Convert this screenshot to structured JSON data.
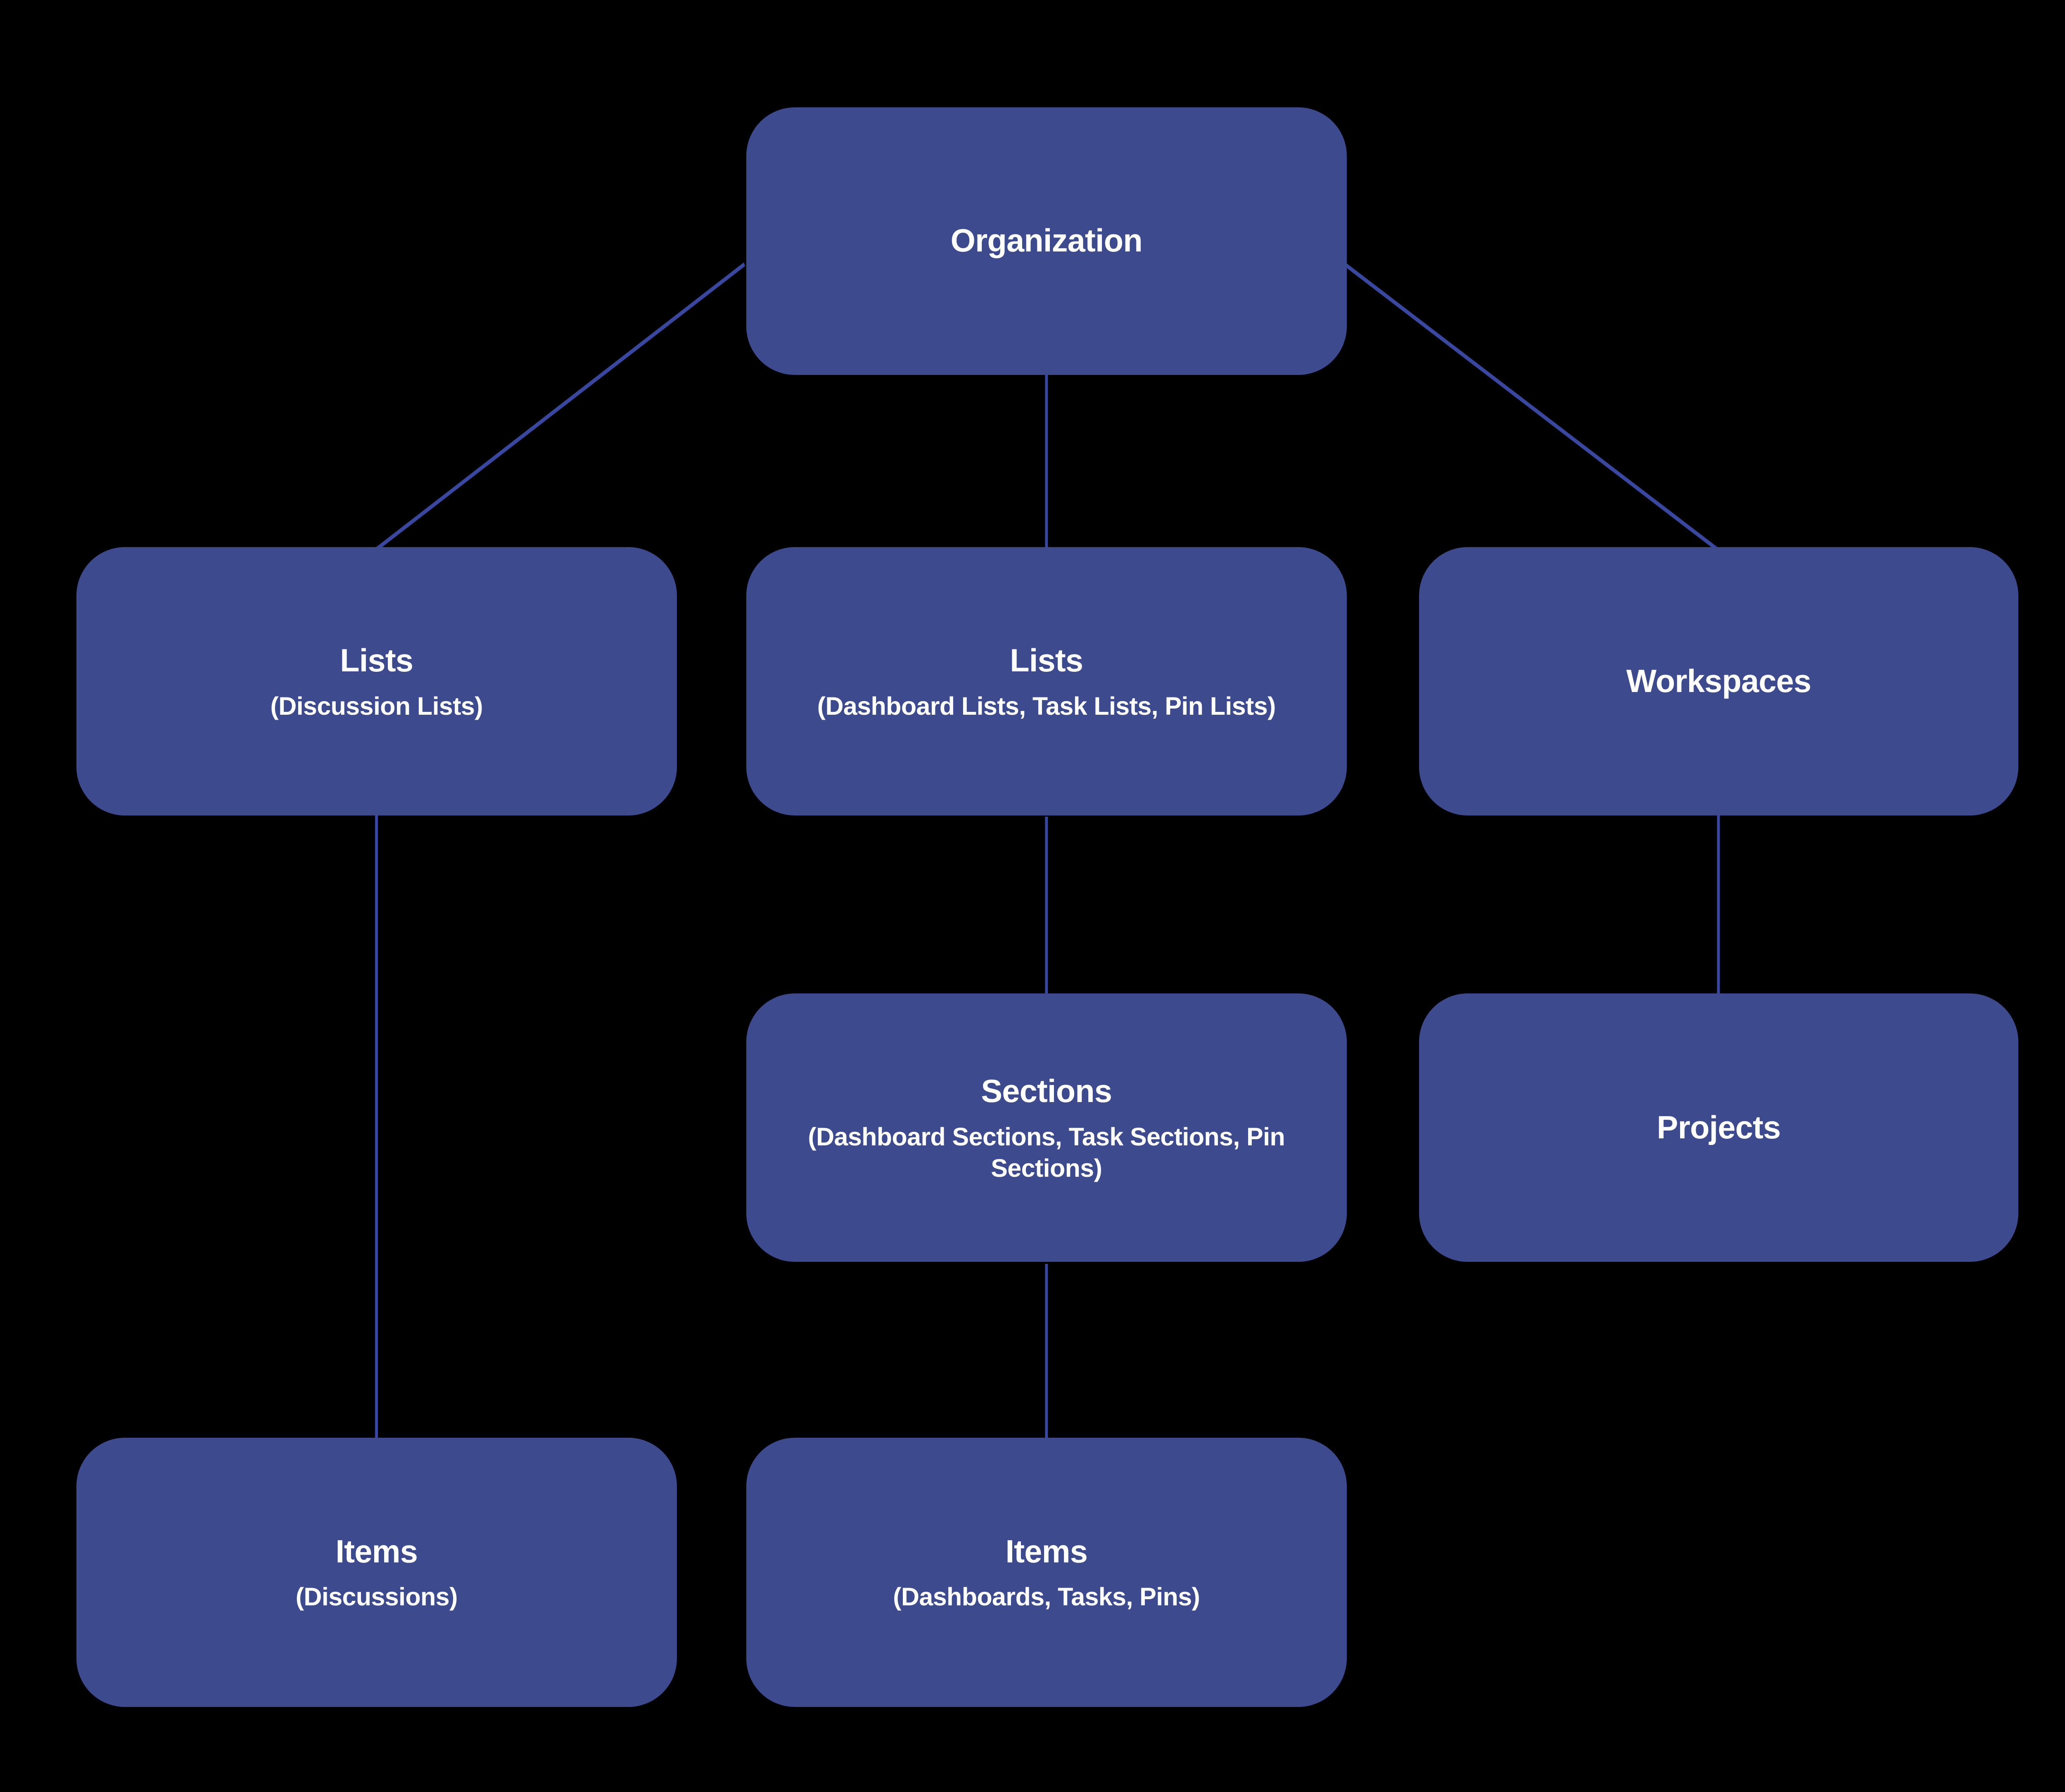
{
  "diagram": {
    "background_color": "#000000",
    "node_fill_color": "#3E4A8E",
    "connector_color": "#39489E",
    "text_color": "#FFFFFF",
    "nodes": {
      "organization": {
        "title": "Organization"
      },
      "lists_discussion": {
        "title": "Lists",
        "subtitle": "(Discussion Lists)"
      },
      "lists_dashboard": {
        "title": "Lists",
        "subtitle": "(Dashboard Lists, Task Lists, Pin Lists)"
      },
      "workspaces": {
        "title": "Workspaces"
      },
      "sections": {
        "title": "Sections",
        "subtitle": "(Dashboard Sections, Task Sections, Pin Sections)"
      },
      "projects": {
        "title": "Projects"
      },
      "items_discussions": {
        "title": "Items",
        "subtitle": "(Discussions)"
      },
      "items_dashboards": {
        "title": "Items",
        "subtitle": "(Dashboards, Tasks, Pins)"
      }
    },
    "edges": [
      {
        "from": "organization",
        "to": "lists_discussion"
      },
      {
        "from": "organization",
        "to": "lists_dashboard"
      },
      {
        "from": "organization",
        "to": "workspaces"
      },
      {
        "from": "lists_dashboard",
        "to": "sections"
      },
      {
        "from": "workspaces",
        "to": "projects"
      },
      {
        "from": "lists_discussion",
        "to": "items_discussions"
      },
      {
        "from": "sections",
        "to": "items_dashboards"
      }
    ]
  }
}
